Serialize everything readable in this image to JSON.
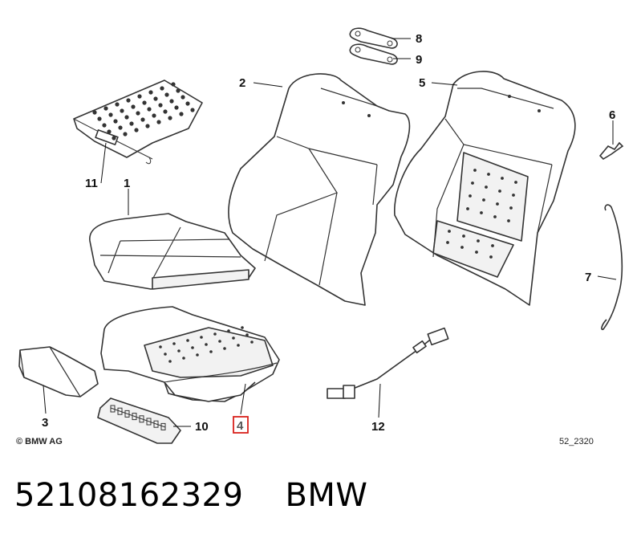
{
  "diagram": {
    "callouts": [
      {
        "id": "c1",
        "label": "1"
      },
      {
        "id": "c2",
        "label": "2"
      },
      {
        "id": "c3",
        "label": "3"
      },
      {
        "id": "c4",
        "label": "4",
        "highlighted": true
      },
      {
        "id": "c5",
        "label": "5"
      },
      {
        "id": "c6",
        "label": "6"
      },
      {
        "id": "c7",
        "label": "7"
      },
      {
        "id": "c8",
        "label": "8"
      },
      {
        "id": "c9",
        "label": "9"
      },
      {
        "id": "c10",
        "label": "10"
      },
      {
        "id": "c11",
        "label": "11"
      },
      {
        "id": "c12",
        "label": "12"
      }
    ],
    "copyright": "© BMW AG",
    "figure_code": "52_2320",
    "highlight_color": "#d8211c"
  },
  "footer": {
    "part_number": "52108162329",
    "brand": "BMW"
  }
}
